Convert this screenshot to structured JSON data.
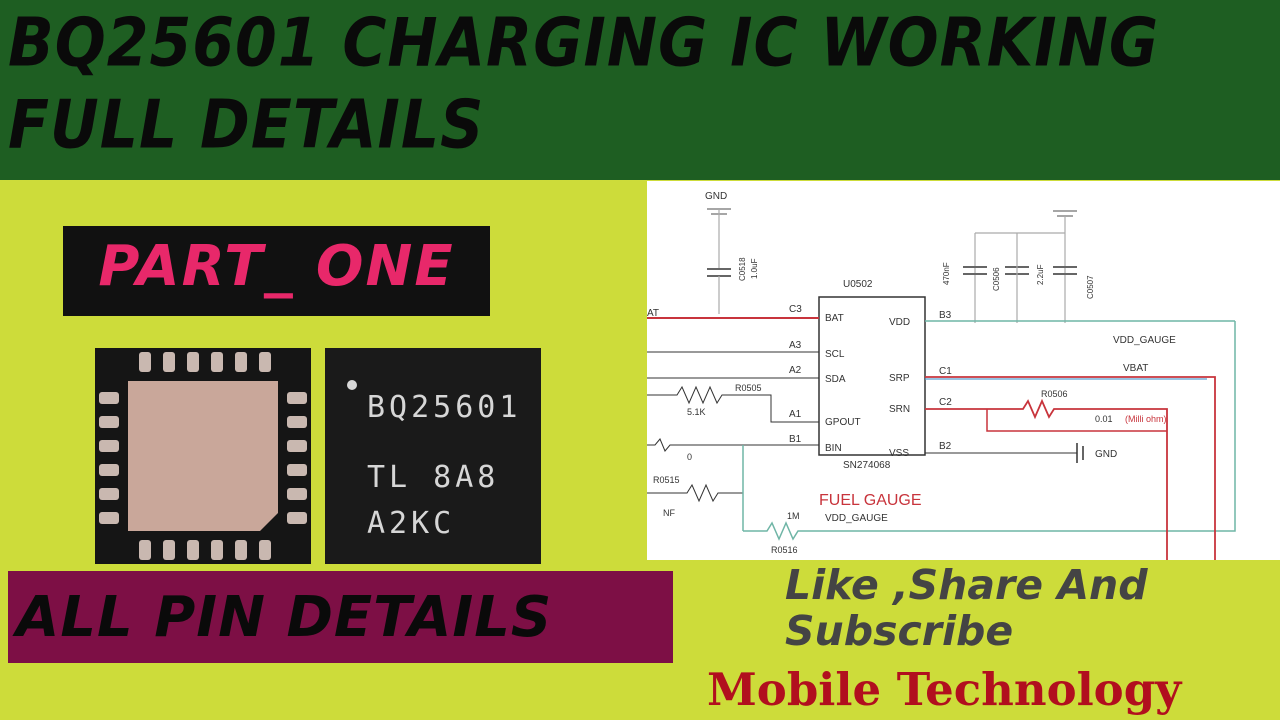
{
  "header": {
    "title_line1": "BQ25601 CHARGING IC WORKING",
    "title_line2": "FULL DETAILS"
  },
  "part_badge": {
    "label": "PART_ ONE"
  },
  "chip": {
    "marking_line1": "BQ25601",
    "marking_line2": "TL 8A8",
    "marking_line3": "A2KC"
  },
  "schematic": {
    "ic_ref": "U0502",
    "ic_part": "SN274068",
    "block_title": "FUEL GAUGE",
    "pins_left": [
      "BAT",
      "SCL",
      "SDA",
      "GPOUT",
      "BIN"
    ],
    "pins_left_balls": [
      "C3",
      "A3",
      "A2",
      "A1",
      "B1"
    ],
    "pins_right": [
      "VDD",
      "SRP",
      "SRN",
      "VSS"
    ],
    "pins_right_balls": [
      "B3",
      "C1",
      "C2",
      "B2"
    ],
    "net_gnd_top": "GND",
    "net_vdd_gauge": "VDD_GAUGE",
    "net_vbat": "VBAT",
    "net_gnd_right": "GND",
    "net_vdd_gauge_bottom": "VDD_GAUGE",
    "left_edge_net": "AT",
    "cap_c0518_ref": "C0518",
    "cap_c0518_value": "1.0uF",
    "cap_4700_value": "470nF",
    "cap_c0506_ref": "C0506",
    "cap_c0506_value": "2.2uF",
    "cap_c0507_ref": "C0507",
    "r0505_ref": "R0505",
    "r0505_value": "5.1K",
    "r_bin_value": "0",
    "r0515_ref": "R0515",
    "r0515_value": "NF",
    "r0516_ref": "R0516",
    "r0516_value": "1M",
    "r0506_ref": "R0506",
    "r0506_value": "0.01",
    "r0506_note": "(Milli ohm)"
  },
  "pins_badge": {
    "label": "ALL PIN DETAILS"
  },
  "cta": {
    "line1": "Like ,Share And",
    "line2": "Subscribe"
  },
  "channel": {
    "name": "Mobile Technology"
  },
  "colors": {
    "header_bg": "#1e5e22",
    "page_bg": "#cddc3a",
    "part_text": "#e8286a",
    "pins_badge_bg": "#7d0f45",
    "channel_text": "#b10f1e",
    "wire_red": "#c8343c",
    "wire_teal": "#6fb5a6",
    "wire_blue": "#5a9fd0"
  }
}
